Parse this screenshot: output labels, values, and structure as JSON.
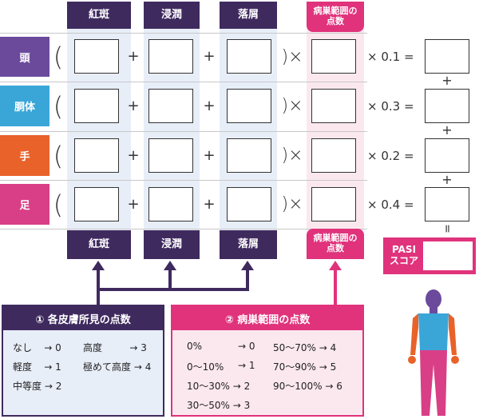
{
  "headers": {
    "col1": "紅斑",
    "col2": "浸潤",
    "col3": "落屑",
    "area": [
      "病巣範囲の",
      "点数"
    ]
  },
  "rows": [
    {
      "label": "頭",
      "factor": "× 0.1 ="
    },
    {
      "label": "胴体",
      "factor": "× 0.3 ="
    },
    {
      "label": "手",
      "factor": "× 0.2 ="
    },
    {
      "label": "足",
      "factor": "× 0.4 ="
    }
  ],
  "symbols": {
    "open_paren": "(",
    "close_paren": ")×",
    "plus": "+",
    "equals": "="
  },
  "pasi_label": [
    "PASI",
    "スコア"
  ],
  "skin_panel": {
    "title": "① 各皮膚所見の点数",
    "items": [
      {
        "label": "なし",
        "arrow": "→ 0"
      },
      {
        "label": "高度",
        "arrow": "→ 3"
      },
      {
        "label": "軽度",
        "arrow": "→ 1"
      },
      {
        "label": "極めて高度",
        "arrow": "→ 4"
      },
      {
        "label": "中等度",
        "arrow": "→ 2"
      }
    ]
  },
  "area_panel": {
    "title": "② 病巣範囲の点数",
    "items": [
      {
        "label": "0%",
        "arrow": "→ 0"
      },
      {
        "label": "50〜70%",
        "arrow": "→ 4"
      },
      {
        "label": "0〜10%",
        "arrow": "→ 1"
      },
      {
        "label": "70〜90%",
        "arrow": "→ 5"
      },
      {
        "label": "10〜30%",
        "arrow": "→ 2"
      },
      {
        "label": "90〜100%",
        "arrow": "→ 6"
      },
      {
        "label": "30〜50%",
        "arrow": "→ 3"
      }
    ]
  },
  "colors": {
    "header_purple": "#3f2a5e",
    "header_pink": "#e0337c",
    "head": "#6b4a9c",
    "trunk": "#3aa6d8",
    "hands": "#e8622a",
    "legs": "#d93f86"
  }
}
